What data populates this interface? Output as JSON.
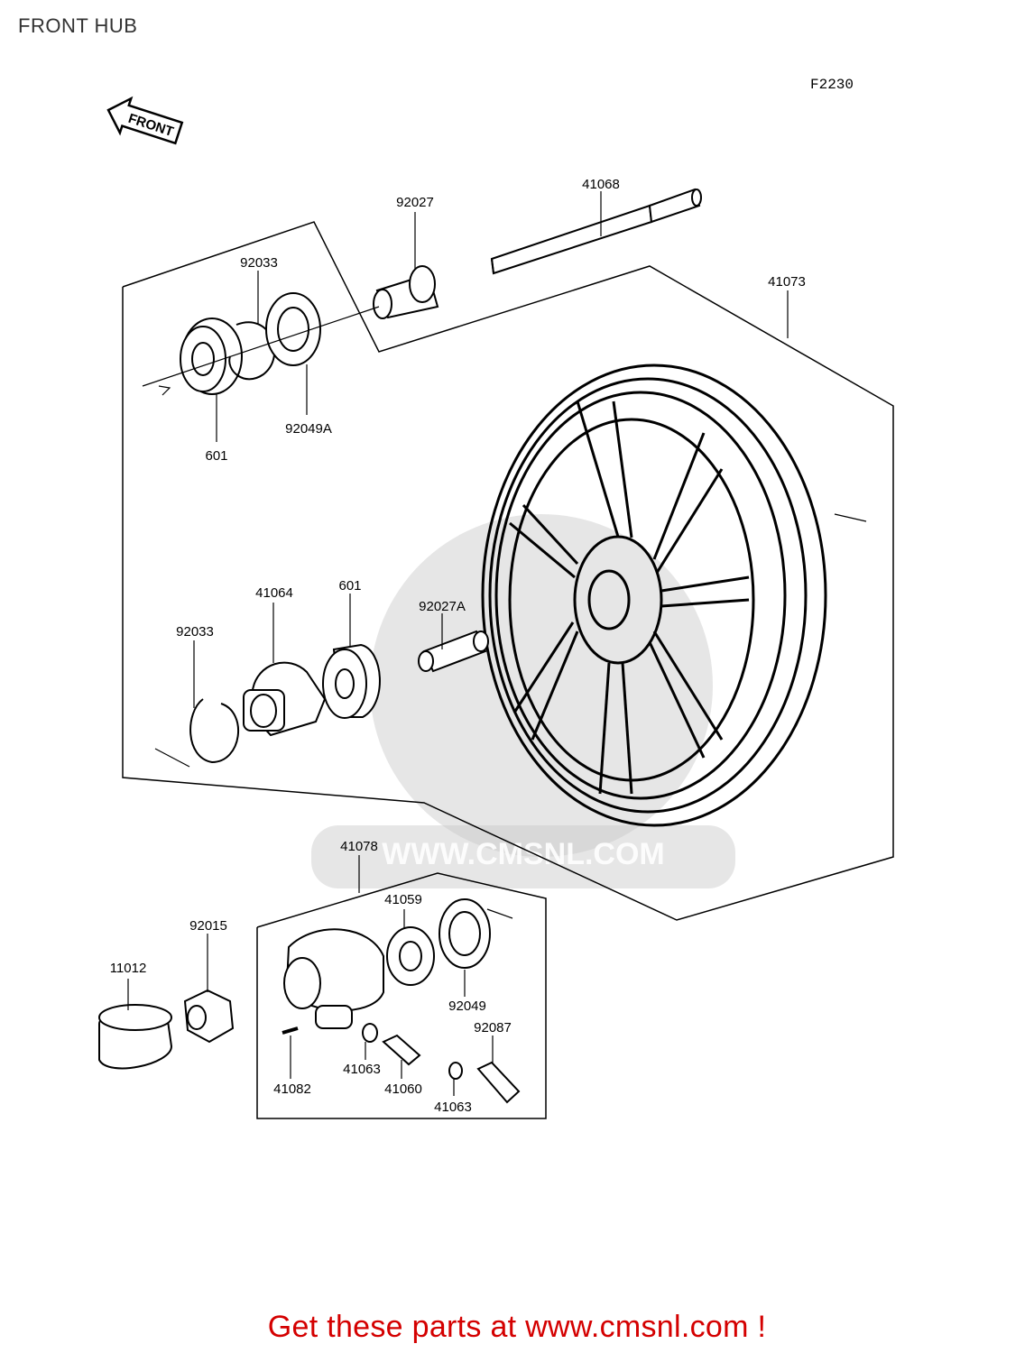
{
  "page": {
    "title": "FRONT HUB",
    "figure_code": "F2230",
    "front_marker": "FRONT"
  },
  "parts": {
    "p92027": "92027",
    "p41068": "41068",
    "p92033_top": "92033",
    "p41073": "41073",
    "p92049A": "92049A",
    "p601_top": "601",
    "p41064": "41064",
    "p601_mid": "601",
    "p92027A": "92027A",
    "p92033_mid": "92033",
    "p41078": "41078",
    "p41059": "41059",
    "p92015": "92015",
    "p11012": "11012",
    "p92049": "92049",
    "p92087": "92087",
    "p41063_a": "41063",
    "p41082": "41082",
    "p41060": "41060",
    "p41063_b": "41063"
  },
  "watermark": {
    "text": "WWW.CMSNL.COM"
  },
  "footer": {
    "text": "Get these parts at www.cmsnl.com !"
  },
  "colors": {
    "footer": "#d40000",
    "line": "#000000",
    "watermark": "#c8c8c8"
  }
}
